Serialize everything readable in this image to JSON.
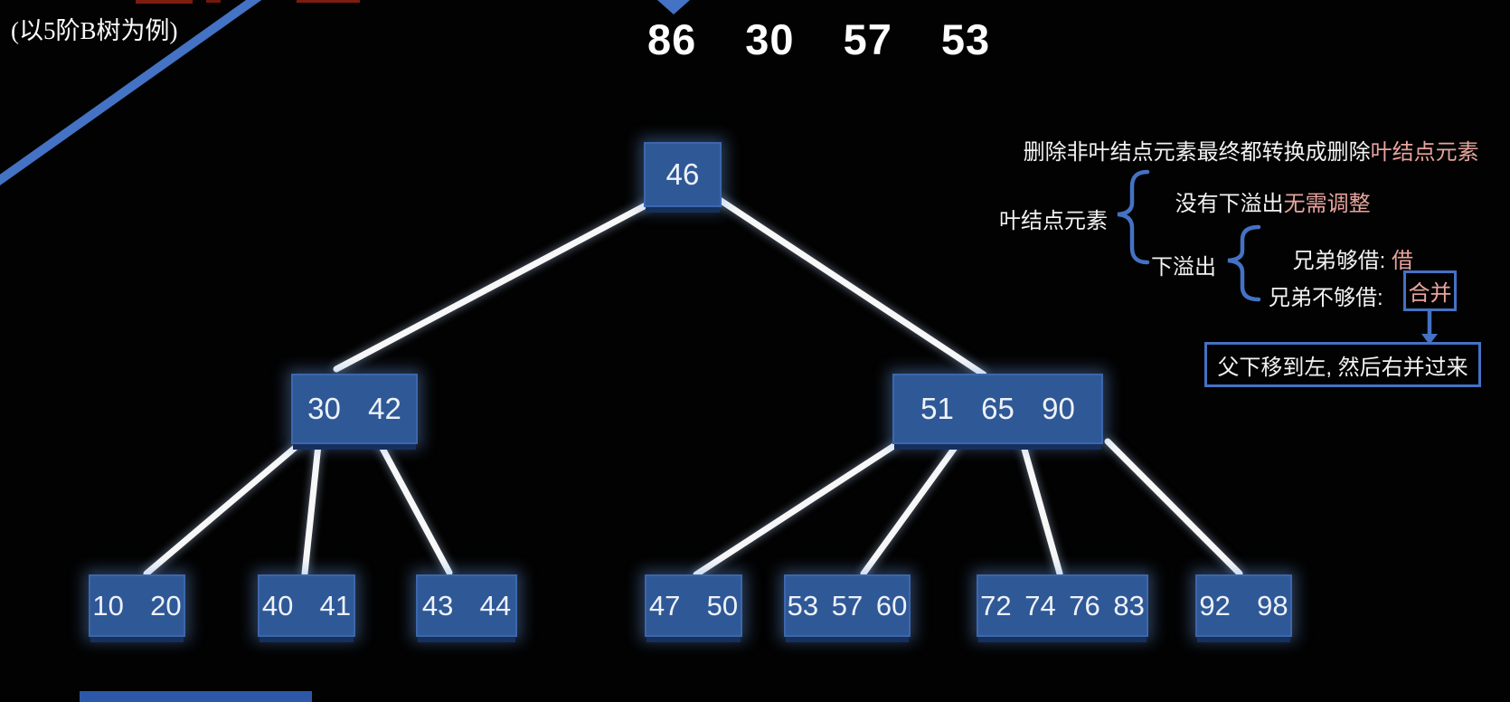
{
  "colors": {
    "background": "#020202",
    "node_fill": "#2f5897",
    "accent_blue": "#4472c4",
    "highlight_pink": "#e8a49d",
    "edge_white": "#f7f7f7"
  },
  "caption": {
    "text": "(以5阶B树为例)"
  },
  "delete_sequence": {
    "values": [
      "86",
      "30",
      "57",
      "53"
    ]
  },
  "tree": {
    "root": {
      "keys": "46"
    },
    "internal": [
      {
        "keys": "30  42"
      },
      {
        "keys": "51  65  90"
      }
    ],
    "leaves": [
      {
        "keys": "10  20"
      },
      {
        "keys": "40  41"
      },
      {
        "keys": "43  44"
      },
      {
        "keys": "47  50"
      },
      {
        "keys": "53 57 60"
      },
      {
        "keys": "72 74 76 83"
      },
      {
        "keys": "92  98"
      }
    ]
  },
  "annotations": {
    "line1_white": "删除非叶结点元素最终都转换成删除",
    "line1_pink": "叶结点元素",
    "leaf_label": "叶结点元素",
    "no_underflow_white": "没有下溢出",
    "no_underflow_pink": "无需调整",
    "underflow_label": "下溢出",
    "borrow_white": "兄弟够借: ",
    "borrow_pink": "借",
    "merge_white": "兄弟不够借: ",
    "merge_pink": "合并",
    "merge_note": "父下移到左, 然后右并过来"
  }
}
